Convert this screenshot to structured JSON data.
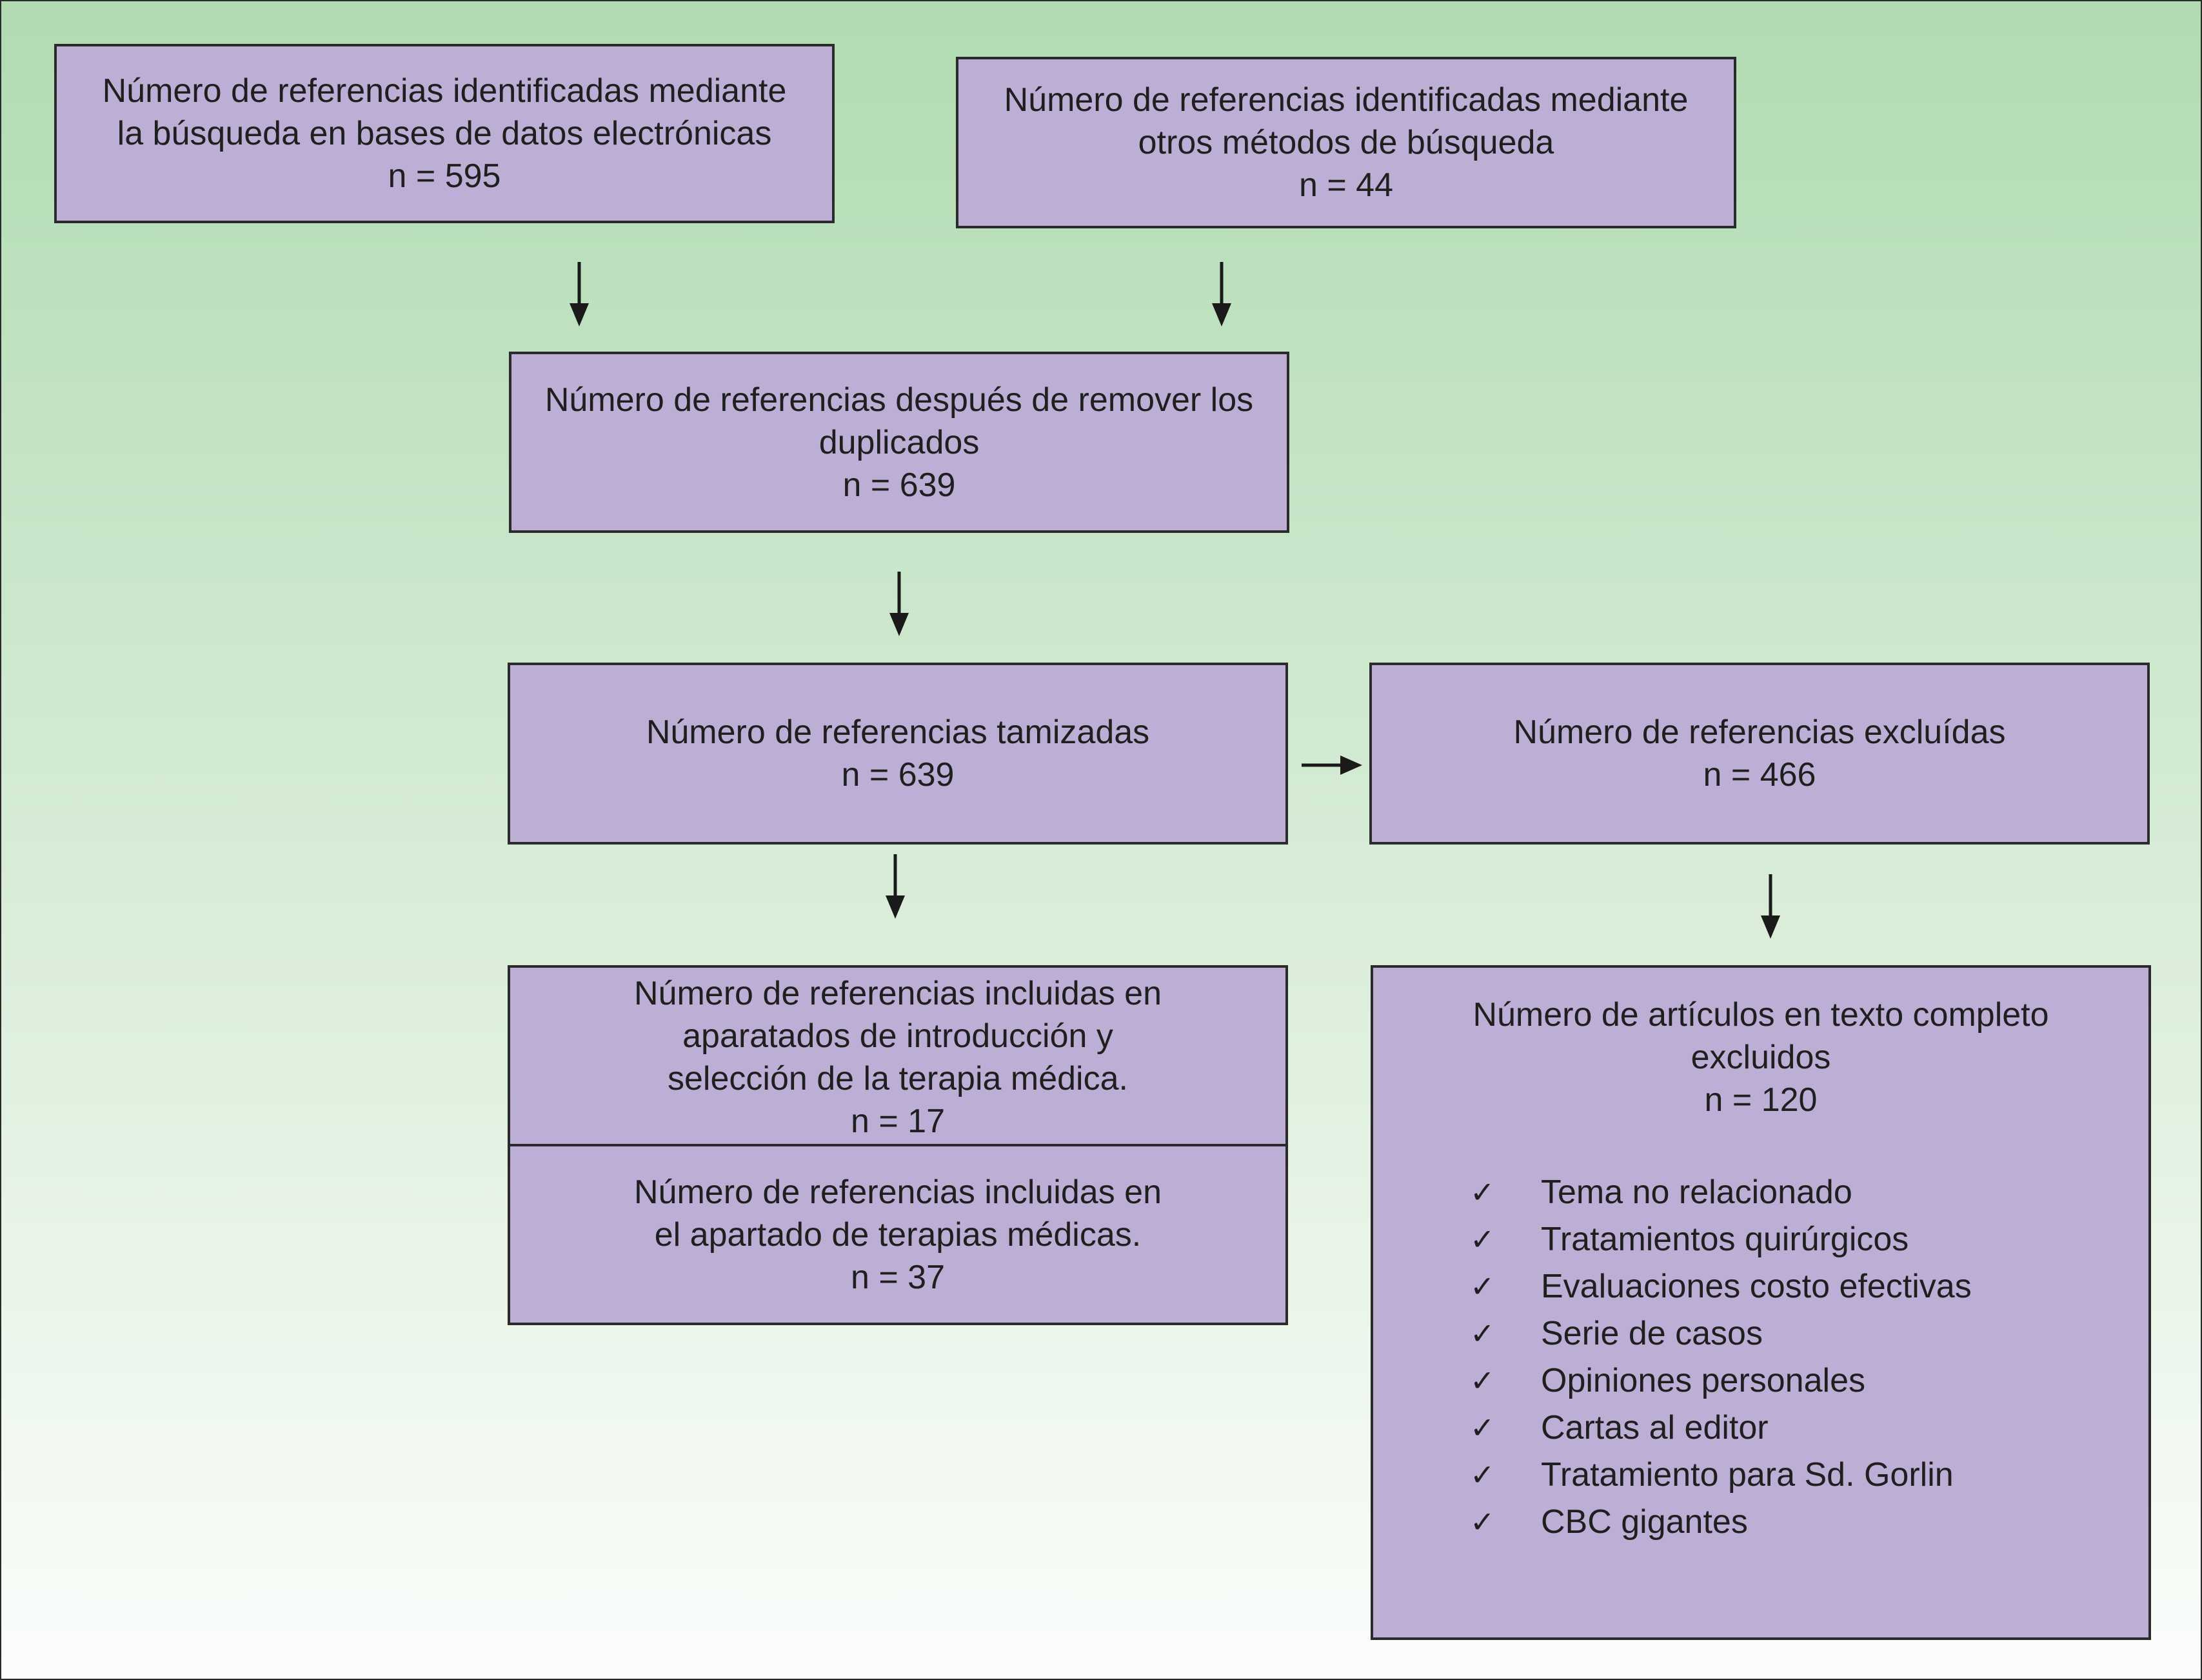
{
  "boxes": {
    "database_search": {
      "lines": [
        "Número de referencias identificadas mediante",
        "la búsqueda en bases de datos electrónicas",
        "n = 595"
      ]
    },
    "other_methods": {
      "lines": [
        "Número de referencias identificadas mediante",
        "otros métodos de búsqueda",
        "n = 44"
      ]
    },
    "after_duplicates": {
      "lines": [
        "Número de referencias después de remover los",
        "duplicados",
        "n = 639"
      ]
    },
    "screened": {
      "lines": [
        "Número de referencias tamizadas",
        "n = 639"
      ]
    },
    "excluded": {
      "lines": [
        "Número de referencias excluídas",
        "n = 466"
      ]
    },
    "included_intro": {
      "lines": [
        "Número de referencias incluidas en",
        "aparatados de  introducción y",
        "selección de la terapia médica.",
        "n = 17"
      ]
    },
    "included_therapy": {
      "lines": [
        "Número de referencias incluidas en",
        "el apartado de terapias médicas.",
        "n = 37"
      ]
    },
    "fulltext_excluded": {
      "lines": [
        "Número de artículos en texto completo",
        "excluidos",
        "n = 120"
      ],
      "reasons": [
        "Tema no relacionado",
        "Tratamientos quirúrgicos",
        "Evaluaciones costo efectivas",
        "Serie de casos",
        "Opiniones personales",
        "Cartas al editor",
        "Tratamiento para Sd. Gorlin",
        "CBC gigantes"
      ]
    }
  },
  "check_glyph": "✓",
  "colors": {
    "box_fill": "#bdaed6",
    "box_border": "#2b2b2b",
    "background_top": "#b0dbb2",
    "background_bottom": "#fbfdfb"
  }
}
